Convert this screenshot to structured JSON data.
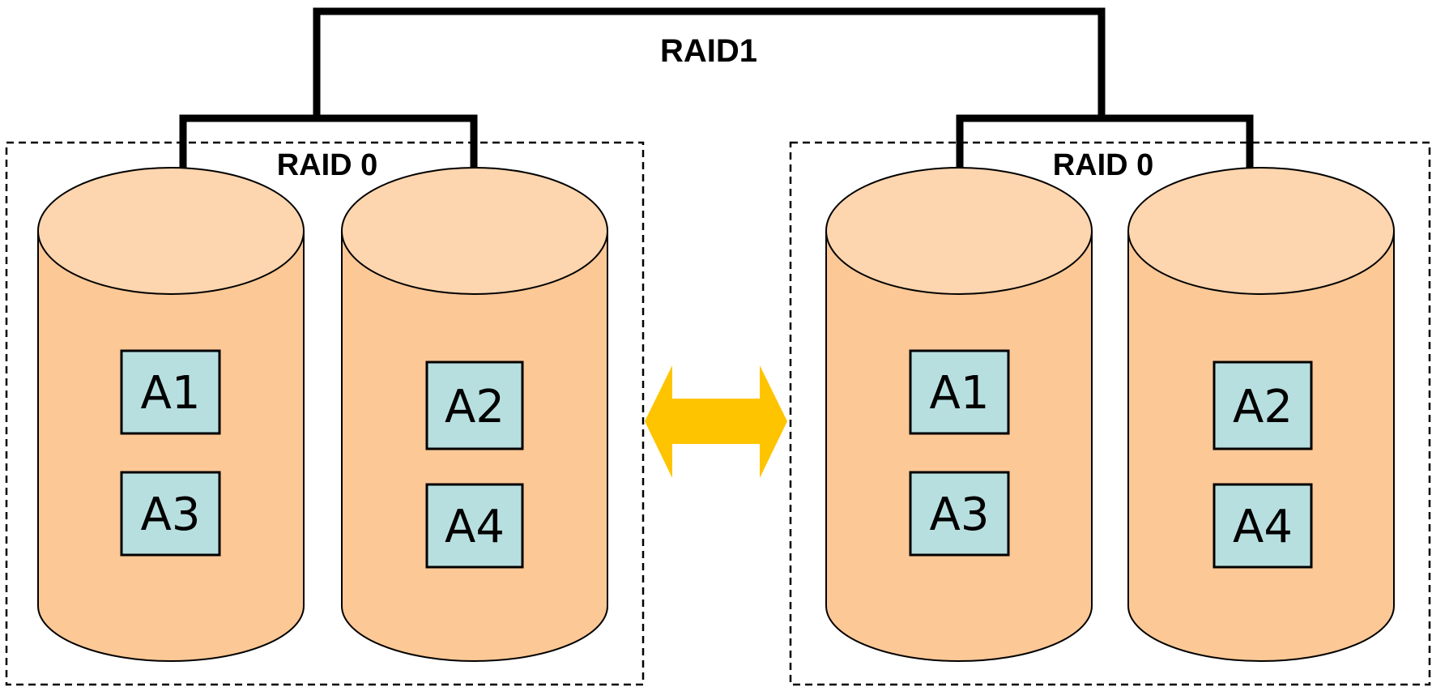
{
  "title": "RAID1",
  "groups": [
    {
      "label": "RAID 0",
      "disks": [
        {
          "blocks": [
            "A1",
            "A3"
          ]
        },
        {
          "blocks": [
            "A2",
            "A4"
          ]
        }
      ]
    },
    {
      "label": "RAID 0",
      "disks": [
        {
          "blocks": [
            "A1",
            "A3"
          ]
        },
        {
          "blocks": [
            "A2",
            "A4"
          ]
        }
      ]
    }
  ],
  "colors": {
    "cylinder_body": "#fcc896",
    "cylinder_top": "#fdd5ae",
    "block_fill": "#b8dfe0",
    "arrow": "#ffc400",
    "line": "#000000"
  },
  "icons": {
    "mirror_arrow": "double-headed-arrow-icon"
  }
}
